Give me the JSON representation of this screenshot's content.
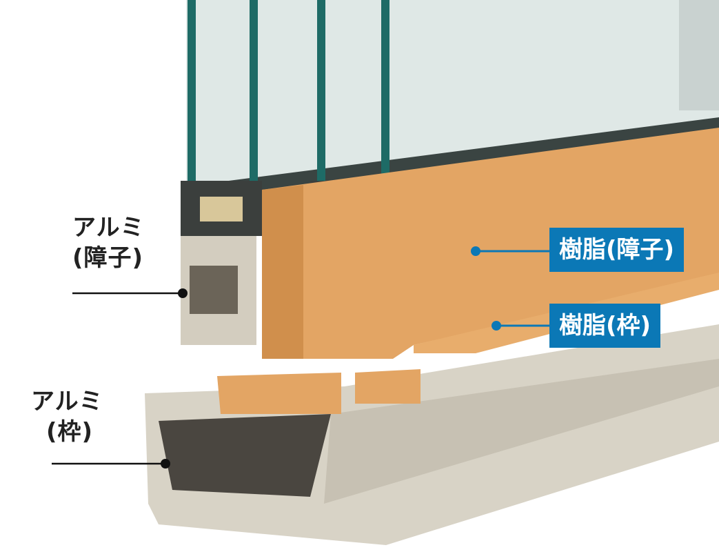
{
  "labels": {
    "alu_sash_line1": "アルミ",
    "alu_sash_line2": "(障子)",
    "alu_frame_line1": "アルミ",
    "alu_frame_line2": "(枠)",
    "resin_sash": "樹脂(障子)",
    "resin_frame": "樹脂(枠)"
  },
  "colors": {
    "callout_blue": "#0b78b6",
    "resin_orange": "#e3a564",
    "aluminum_beige": "#d9d4c8",
    "glass_edge_green": "#1e6b66"
  }
}
